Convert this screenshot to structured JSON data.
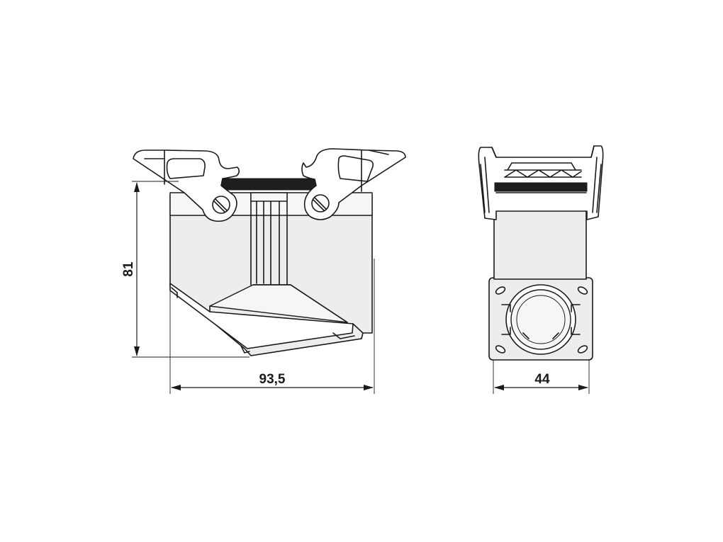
{
  "dimensions": {
    "height_label": "81",
    "width_label": "93,5",
    "depth_label": "44"
  }
}
